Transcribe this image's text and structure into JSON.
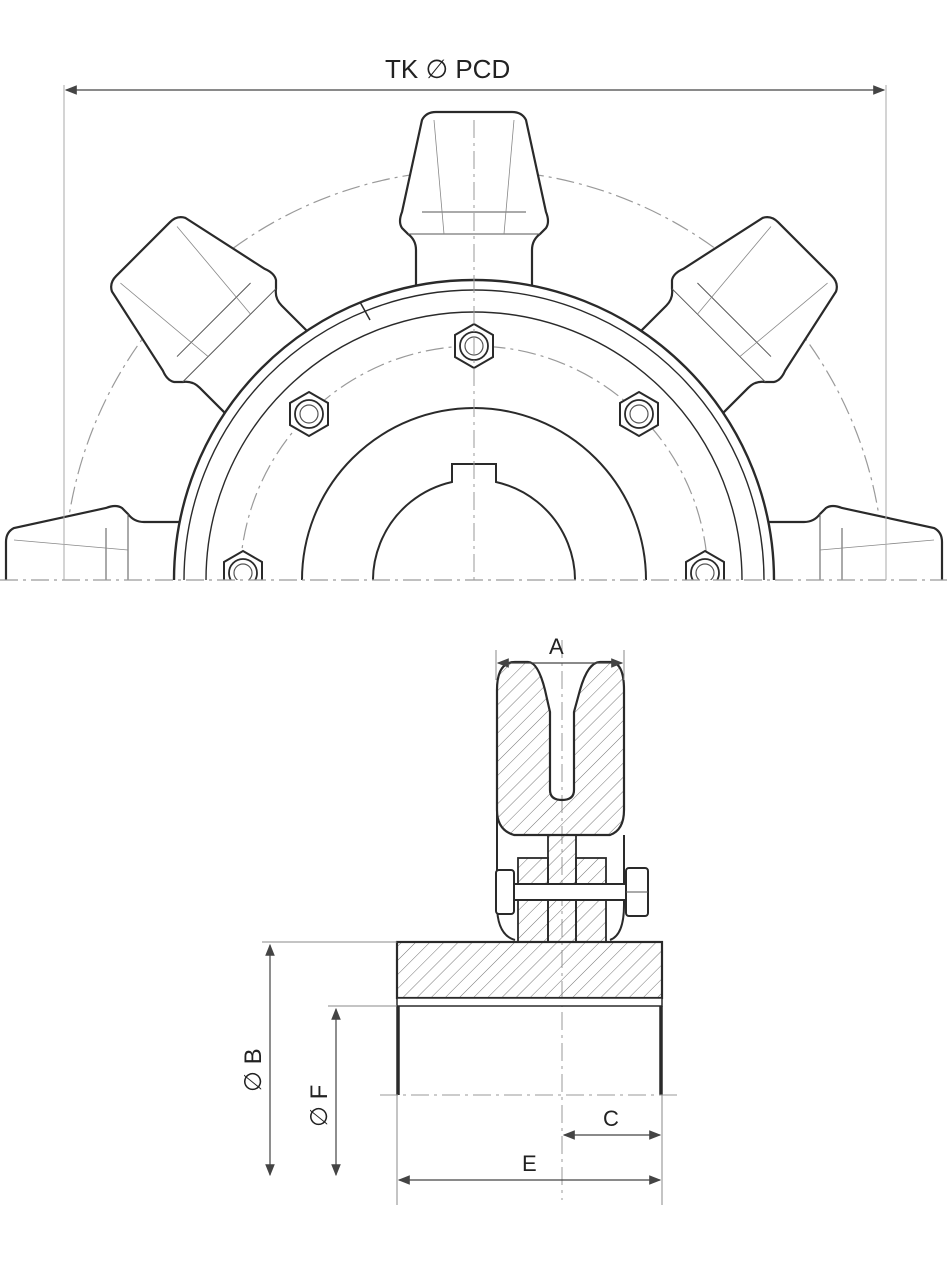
{
  "title": "Sprocket with bolt-on rubber teeth – dimension drawing",
  "labels": {
    "pcd": "TK ∅ PCD",
    "a": "A",
    "b": "∅ B",
    "f": "∅ F",
    "c": "C",
    "e": "E"
  },
  "colors": {
    "line": "#2a2a2a",
    "dim": "#555555",
    "center": "#9a9a9a"
  }
}
